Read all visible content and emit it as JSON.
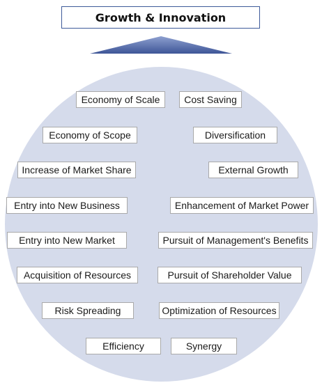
{
  "title": "Growth & Innovation",
  "items": [
    "Economy of Scale",
    "Cost Saving",
    "Economy of Scope",
    "Diversification",
    "Increase of Market Share",
    "External Growth",
    "Entry into New Business",
    "Enhancement of Market Power",
    "Entry into New Market",
    "Pursuit of Management's Benefits",
    "Acquisition of Resources",
    "Pursuit of Shareholder Value",
    "Risk Spreading",
    "Optimization of Resources",
    "Efficiency",
    "Synergy"
  ],
  "colors": {
    "circle_fill": "#d5dbeb",
    "title_border": "#3d5a99",
    "triangle_top": "#7b8fc4",
    "triangle_bottom": "#3e5597"
  }
}
